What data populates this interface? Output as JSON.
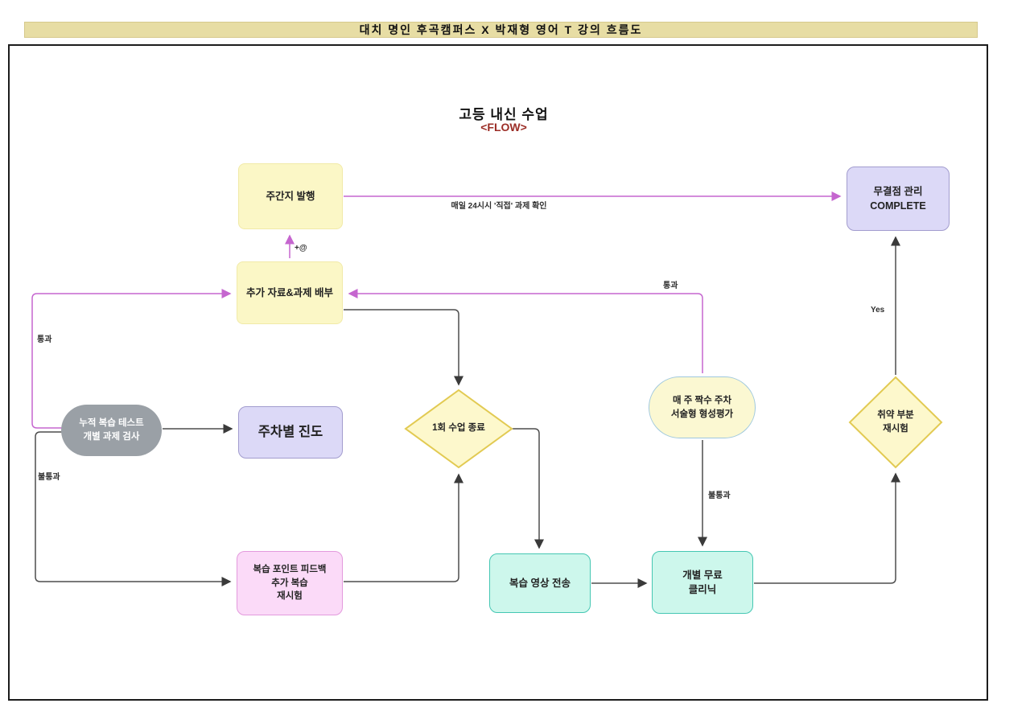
{
  "title": "대치 명인 후곡캠퍼스 X 박재형 영어 T 강의 흐름도",
  "subtitle": "고등 내신 수업",
  "subtitle_tag": "<FLOW>",
  "nodes": {
    "weekly_report": {
      "label": "주간지 발행"
    },
    "complete": {
      "label": "무결점 관리\nCOMPLETE"
    },
    "extra_materials": {
      "label": "추가 자료&과제 배부"
    },
    "cumulative_test": {
      "label": "누적 복습 테스트\n개별 과제 검사"
    },
    "weekly_progress": {
      "label": "주차별 진도"
    },
    "class_end": {
      "label": "1회 수업 종료"
    },
    "formative_assessment": {
      "label": "매 주 짝수 주차\n서술형 형성평가"
    },
    "weak_retest": {
      "label": "취약 부분\n재시험"
    },
    "review_feedback": {
      "label": "복습 포인트 피드백\n추가 복습\n재시험"
    },
    "review_video": {
      "label": "복습 영상 전송"
    },
    "free_clinic": {
      "label": "개별 무료\n클리닉"
    }
  },
  "edge_labels": {
    "daily_check": "매일 24시시 '직접' 과제 확인",
    "plus_at": "+@",
    "pass_left": "통과",
    "fail_left": "불통과",
    "pass_right": "통과",
    "fail_mid": "불통과",
    "yes": "Yes"
  },
  "colors": {
    "pink_edge": "#c566cf",
    "dark_edge": "#4d4d4d",
    "title_bar": "#e7dda4",
    "flow_text": "#9b2d26",
    "yellow_node": "#fbf7c6",
    "lavender_node": "#dcd9f7",
    "gray_node": "#9aa0a6",
    "pink_node": "#fbdaf8",
    "teal_node": "#cdf7ec",
    "diamond_fill": "#fdf8cc",
    "diamond_stroke": "#e2ca52"
  }
}
